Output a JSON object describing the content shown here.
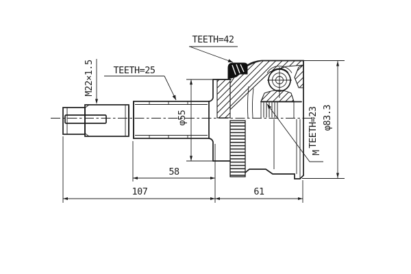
{
  "drawing": {
    "type": "technical-drawing",
    "subject": "CV joint outer assembly side view with half section",
    "labels": {
      "thread": "M22×1.5",
      "teeth_shaft": "TEETH=25",
      "teeth_ring": "TEETH=42",
      "teeth_inner": "TEETH=23",
      "teeth_inner_prefix": "M",
      "dia_neck": "φ55",
      "dia_housing": "φ83.3"
    },
    "dimensions": {
      "spline_length": "58",
      "shaft_total_length": "107",
      "housing_length": "61"
    },
    "colors": {
      "line": "#1b1b1b",
      "background": "#ffffff",
      "abs_ring": "#101010"
    }
  }
}
